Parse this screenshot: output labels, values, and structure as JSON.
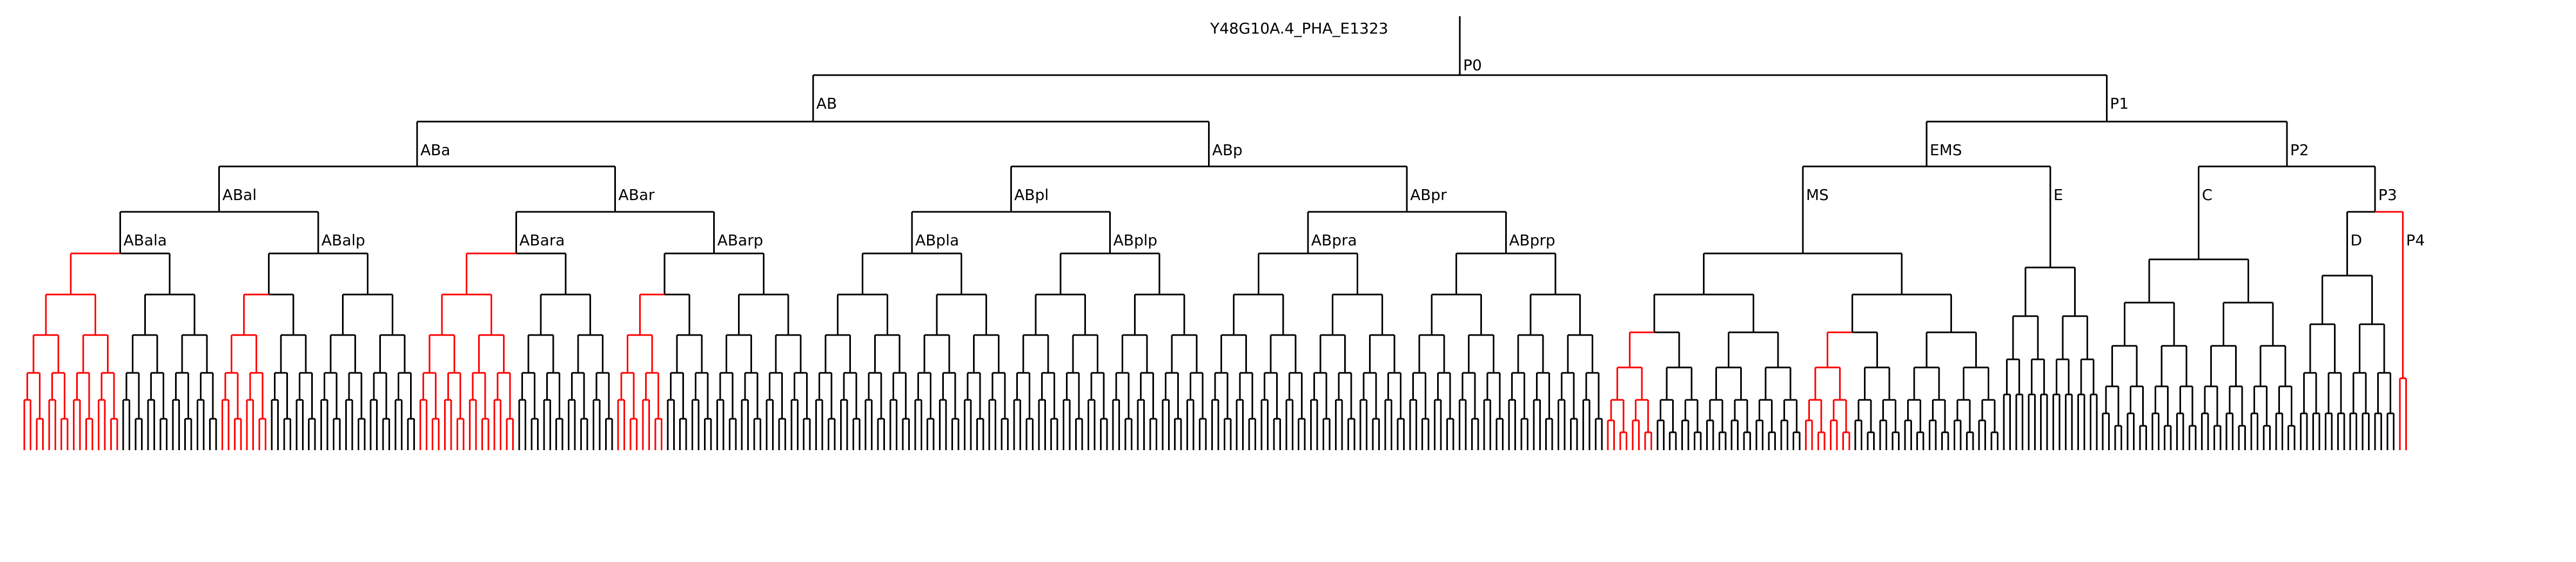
{
  "title": "Y48G10A.4_PHA_E1323",
  "colors": {
    "line": "#000000",
    "highlight": "#ff0000",
    "text": "#000000",
    "background": "#ffffff"
  },
  "highlighted_lineages": [
    "ABalaa",
    "ABalpaa",
    "ABaraa",
    "ABarpaa",
    "MSaaa",
    "MSpaa",
    "P4"
  ],
  "presets": {
    "AB32": [
      469,
      545,
      620,
      690,
      [
        740,
        775
      ]
    ],
    "MS64": [
      469,
      545,
      615,
      680,
      740,
      [
        778,
        800
      ]
    ],
    "E16": [
      495,
      585,
      665,
      730
    ],
    "C32": [
      480,
      560,
      640,
      715,
      [
        765,
        788
      ]
    ],
    "D16": [
      510,
      600,
      690,
      765
    ],
    "P4_2": [
      700
    ]
  },
  "tree": {
    "name": "P0",
    "split": 139,
    "children": [
      {
        "name": "AB",
        "split": 225,
        "children": [
          {
            "name": "ABa",
            "split": 308,
            "children": [
              {
                "name": "ABal",
                "split": 392,
                "children": [
                  {
                    "name": "ABala",
                    "expand": {
                      "preset": "AB32",
                      "red": [
                        "a"
                      ]
                    }
                  },
                  {
                    "name": "ABalp",
                    "expand": {
                      "preset": "AB32",
                      "red": [
                        "aa"
                      ]
                    }
                  }
                ]
              },
              {
                "name": "ABar",
                "split": 392,
                "children": [
                  {
                    "name": "ABara",
                    "expand": {
                      "preset": "AB32",
                      "red": [
                        "a"
                      ]
                    }
                  },
                  {
                    "name": "ABarp",
                    "expand": {
                      "preset": "AB32",
                      "red": [
                        "aa"
                      ]
                    }
                  }
                ]
              }
            ]
          },
          {
            "name": "ABp",
            "split": 308,
            "children": [
              {
                "name": "ABpl",
                "split": 392,
                "children": [
                  {
                    "name": "ABpla",
                    "expand": {
                      "preset": "AB32",
                      "red": []
                    }
                  },
                  {
                    "name": "ABplp",
                    "expand": {
                      "preset": "AB32",
                      "red": []
                    }
                  }
                ]
              },
              {
                "name": "ABpr",
                "split": 392,
                "children": [
                  {
                    "name": "ABpra",
                    "expand": {
                      "preset": "AB32",
                      "red": []
                    }
                  },
                  {
                    "name": "ABprp",
                    "expand": {
                      "preset": "AB32",
                      "red": []
                    }
                  }
                ]
              }
            ]
          }
        ]
      },
      {
        "name": "P1",
        "split": 225,
        "children": [
          {
            "name": "EMS",
            "split": 308,
            "children": [
              {
                "name": "MS",
                "expand": {
                  "preset": "MS64",
                  "red": [
                    "aaa",
                    "paa"
                  ]
                }
              },
              {
                "name": "E",
                "expand": {
                  "preset": "E16",
                  "red": []
                }
              }
            ]
          },
          {
            "name": "P2",
            "split": 308,
            "children": [
              {
                "name": "C",
                "expand": {
                  "preset": "C32",
                  "red": []
                }
              },
              {
                "name": "P3",
                "split": 392,
                "children": [
                  {
                    "name": "D",
                    "expand": {
                      "preset": "D16",
                      "red": []
                    }
                  },
                  {
                    "name": "P4",
                    "expand": {
                      "preset": "P4_2",
                      "red": [
                        ""
                      ]
                    }
                  }
                ]
              }
            ]
          }
        ]
      }
    ]
  }
}
